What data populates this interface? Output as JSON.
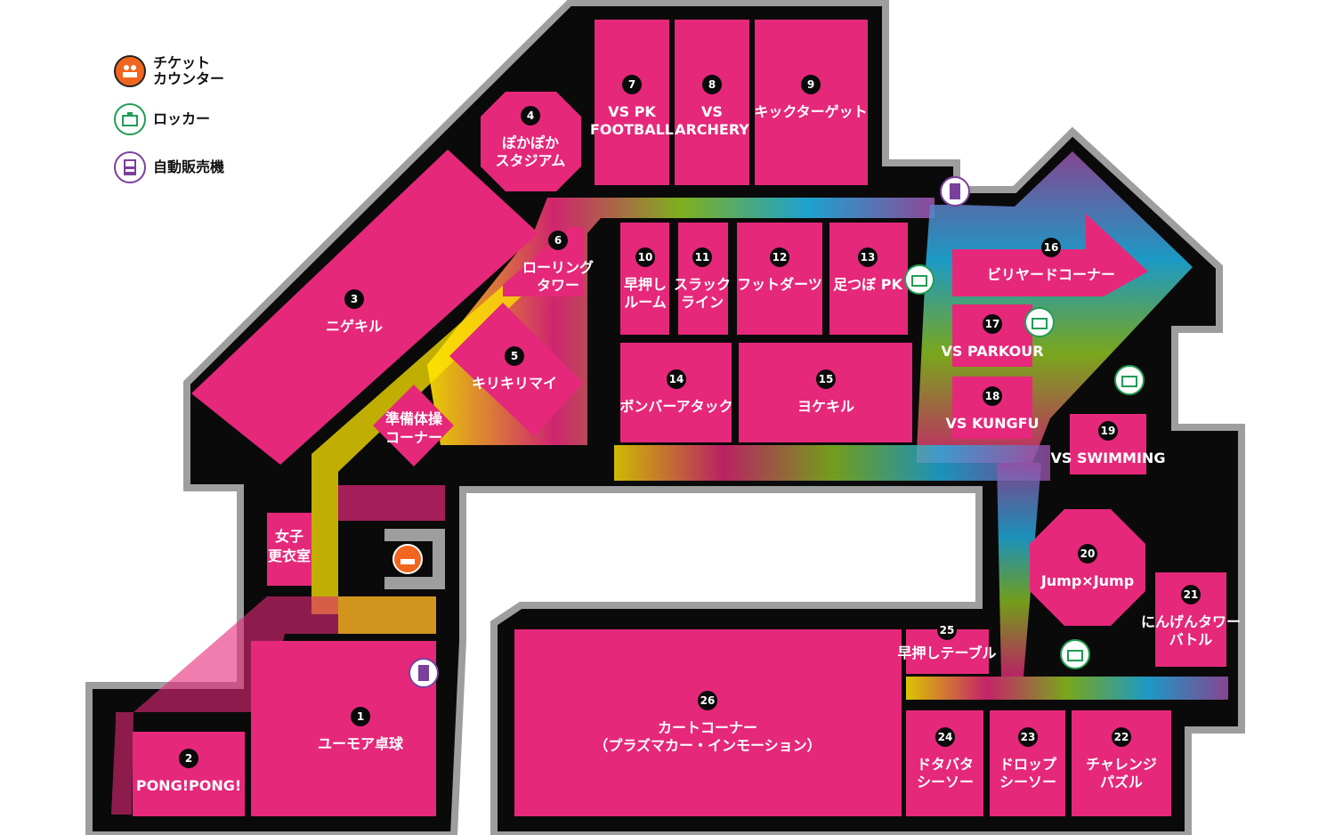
{
  "legend": {
    "ticket": {
      "label": "チケット\nカウンター",
      "color": "#f0661e",
      "icon": "ticket-counter-icon"
    },
    "locker": {
      "label": "ロッカー",
      "color": "#1f9d55",
      "icon": "locker-icon"
    },
    "vending": {
      "label": "自動販売機",
      "color": "#7b3f9e",
      "icon": "vending-machine-icon"
    }
  },
  "colors": {
    "zone": "#e5287a",
    "floor": "#0a0a0a",
    "wall": "#9e9e9e",
    "ticket": "#f0661e",
    "locker": "#1f9d55",
    "vending": "#7b3f9e"
  },
  "zones": [
    {
      "num": "1",
      "lines": [
        "ユーモア卓球"
      ]
    },
    {
      "num": "2",
      "lines": [
        "PONG!PONG!"
      ]
    },
    {
      "num": "3",
      "lines": [
        "ニゲキル"
      ]
    },
    {
      "num": "4",
      "lines": [
        "ぽかぽか",
        "スタジアム"
      ]
    },
    {
      "num": "5",
      "lines": [
        "キリキリマイ"
      ]
    },
    {
      "num": "6",
      "lines": [
        "ローリング",
        "タワー"
      ]
    },
    {
      "num": "7",
      "lines": [
        "VS PK",
        "FOOTBALL"
      ]
    },
    {
      "num": "8",
      "lines": [
        "VS",
        "ARCHERY"
      ]
    },
    {
      "num": "9",
      "lines": [
        "キックターゲット"
      ]
    },
    {
      "num": "10",
      "lines": [
        "早押し",
        "ルーム"
      ]
    },
    {
      "num": "11",
      "lines": [
        "スラック",
        "ライン"
      ]
    },
    {
      "num": "12",
      "lines": [
        "フットダーツ"
      ]
    },
    {
      "num": "13",
      "lines": [
        "足つぼ PK"
      ]
    },
    {
      "num": "14",
      "lines": [
        "ボンバーアタック"
      ]
    },
    {
      "num": "15",
      "lines": [
        "ヨケキル"
      ]
    },
    {
      "num": "16",
      "lines": [
        "ビリヤードコーナー"
      ]
    },
    {
      "num": "17",
      "lines": [
        "VS PARKOUR"
      ]
    },
    {
      "num": "18",
      "lines": [
        "VS KUNGFU"
      ]
    },
    {
      "num": "19",
      "lines": [
        "VS SWIMMING"
      ]
    },
    {
      "num": "20",
      "lines": [
        "Jump×Jump"
      ]
    },
    {
      "num": "21",
      "lines": [
        "にんげんタワー",
        "バトル"
      ]
    },
    {
      "num": "22",
      "lines": [
        "チャレンジ",
        "パズル"
      ]
    },
    {
      "num": "23",
      "lines": [
        "ドロップ",
        "シーソー"
      ]
    },
    {
      "num": "24",
      "lines": [
        "ドタバタ",
        "シーソー"
      ]
    },
    {
      "num": "25",
      "lines": [
        "早押しテーブル"
      ]
    },
    {
      "num": "26",
      "lines": [
        "カートコーナー",
        "（プラズマカー・インモーション）"
      ]
    }
  ],
  "facilities": [
    {
      "name": "準備体操",
      "name2": "コーナー"
    },
    {
      "name": "女子",
      "name2": "更衣室"
    }
  ]
}
